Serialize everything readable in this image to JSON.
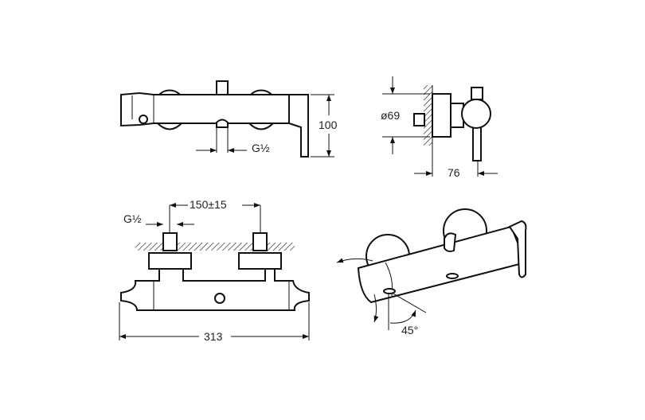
{
  "drawing": {
    "front_view": {
      "height_dim": "100",
      "thread_dim": "G½"
    },
    "side_view": {
      "diameter_dim": "ø69",
      "depth_dim": "76"
    },
    "top_view": {
      "center_distance_dim": "150±15",
      "thread_dim": "G½",
      "length_dim": "313"
    },
    "perspective_view": {
      "rotation_angle_dim": "45°"
    }
  },
  "colors": {
    "line": "#111111",
    "background": "#ffffff"
  }
}
